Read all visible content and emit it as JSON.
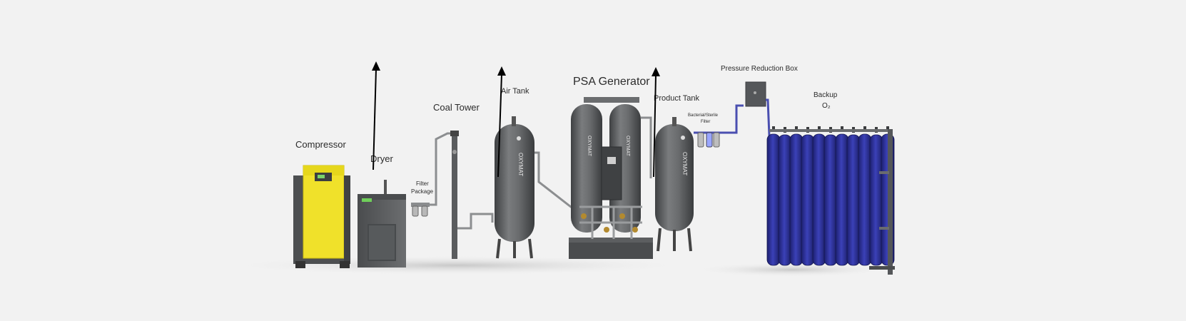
{
  "labels": {
    "compressor": "Compressor",
    "dryer": "Dryer",
    "filter_line1": "Filter",
    "filter_line2": "Package",
    "coal_tower": "Coal Tower",
    "air_tank": "Air Tank",
    "psa_generator": "PSA Generator",
    "product_tank": "Product Tank",
    "sterile_line1": "Bacterial/Sterile",
    "sterile_line2": "Filter",
    "pressure_box": "Pressure Reduction Box",
    "backup_line1": "Backup",
    "backup_line2": "O₂"
  },
  "tank_brand": "OXYMAT",
  "cylinder_count": 11,
  "colors": {
    "background": "#f2f2f2",
    "equipment_gray": "#5f6163",
    "compressor_yellow": "#f0e12a",
    "cylinder_blue": "#2a2f9a",
    "arrow": "#000000"
  }
}
